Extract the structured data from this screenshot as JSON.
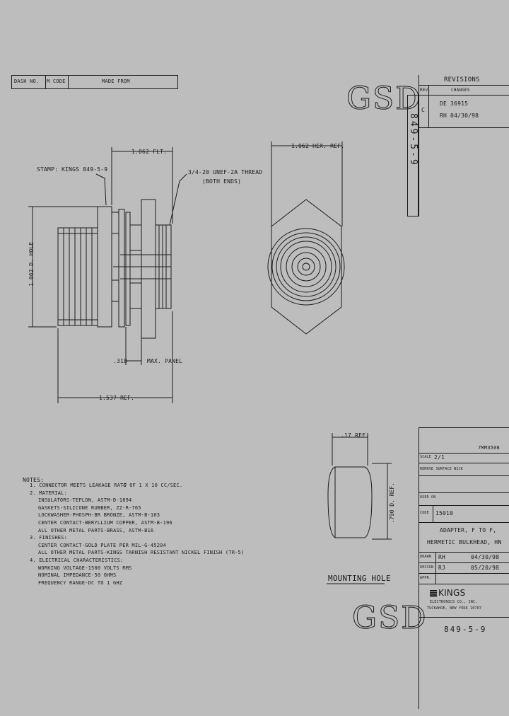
{
  "header_table": {
    "dash_no": "DASH NO.",
    "m_code": "M CODE",
    "made_from": "MADE FROM"
  },
  "watermark": {
    "top": "GSD",
    "bottom": "GSD"
  },
  "revisions": {
    "title": "REVISIONS",
    "col_rev": "REV.",
    "col_changes": "CHANGES",
    "rev_letter": "C",
    "line1": "DE 36915",
    "line2": "RH 04/30/98"
  },
  "part_number_vertical": "849-5-9",
  "drawing": {
    "dim_top": "1.062 FLT.",
    "stamp": "STAMP: KINGS 849-5-9",
    "thread": "3/4-20 UNEF-2A THREAD",
    "thread_note": "(BOTH ENDS)",
    "dim_height": "1.062 D. HOLE",
    "dim_panel": ".318",
    "panel_note": "MAX. PANEL",
    "dim_overall": "1.537 REF.",
    "hex_dim": "1.062 HEX. REF."
  },
  "mounting_hole": {
    "width_dim": ".17 REF.",
    "height_dim": ".790 D. REF.",
    "label": "MOUNTING HOLE"
  },
  "notes": {
    "title": "NOTES:",
    "items": [
      "1. CONNECTOR MEETS LEAKAGE RATE OF 1 X 10   CC/SEC.",
      "2. MATERIAL:",
      "INSULATORS-TEFLON, ASTM-D-1894",
      "GASKETS-SILICONE RUBBER, ZZ-R-765",
      "LOCKWASHER-PHOSPH-BR BRONZE, ASTM-B-103",
      "CENTER CONTACT-BERYLLIUM COPPER, ASTM-B-196",
      "ALL OTHER METAL PARTS-BRASS, ASTM-B16",
      "3. FINISHES:",
      "CENTER CONTACT-GOLD PLATE PER MIL-G-45204",
      "ALL OTHER METAL PARTS-KINGS TARNISH RESISTANT NICKEL FINISH (TR-5)",
      "4. ELECTRICAL CHARACTERISTICS:",
      "WORKING VOLTAGE-1500 VOLTS RMS",
      "NOMINAL IMPEDANCE-50 OHMS",
      "FREQUENCY RANGE-DC TO 1 GHZ"
    ],
    "exponent": "-7"
  },
  "title_block": {
    "doc_code": "7MM3508",
    "scale_label": "SCALE",
    "scale_value": "2/1",
    "tolerance": "REMOVE SURFACE NICK",
    "used_on_label": "USED ON",
    "code_label": "CODE",
    "code_value": "15010",
    "title_line1": "ADAPTER, F TO F,",
    "title_line2": "HERMETIC BULKHEAD, HN",
    "drawn_label": "DRAWN",
    "drawn_by": "RH",
    "drawn_date": "04/30/98",
    "design_label": "DESIGN",
    "design_by": "RJ",
    "design_date": "05/20/98",
    "appr_label": "APPR.",
    "company": "KINGS",
    "company_sub1": "ELECTRONICS CO., INC.",
    "company_sub2": "TUCKAHOE, NEW YORK 10707",
    "part_number": "849-5-9"
  }
}
